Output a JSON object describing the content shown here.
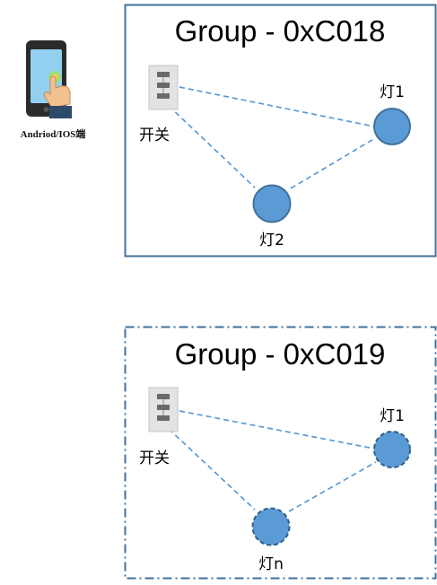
{
  "app": {
    "label": "Andriod/IOS端",
    "icon": "smartphone-touch-icon"
  },
  "groups": [
    {
      "title": "Group - 0xC018",
      "switch_label": "开关",
      "switch_icon": "switch-panel-icon",
      "lights": [
        "灯1",
        "灯2"
      ],
      "border_style": "solid"
    },
    {
      "title": "Group - 0xC019",
      "switch_label": "开关",
      "switch_icon": "switch-panel-icon",
      "lights": [
        "灯1",
        "灯n"
      ],
      "border_style": "dash-dot"
    }
  ],
  "colors": {
    "box_border": "#41709a",
    "light_fill": "#5b9bd5",
    "light_stroke": "#41719c",
    "link": "#5b9bd5"
  }
}
